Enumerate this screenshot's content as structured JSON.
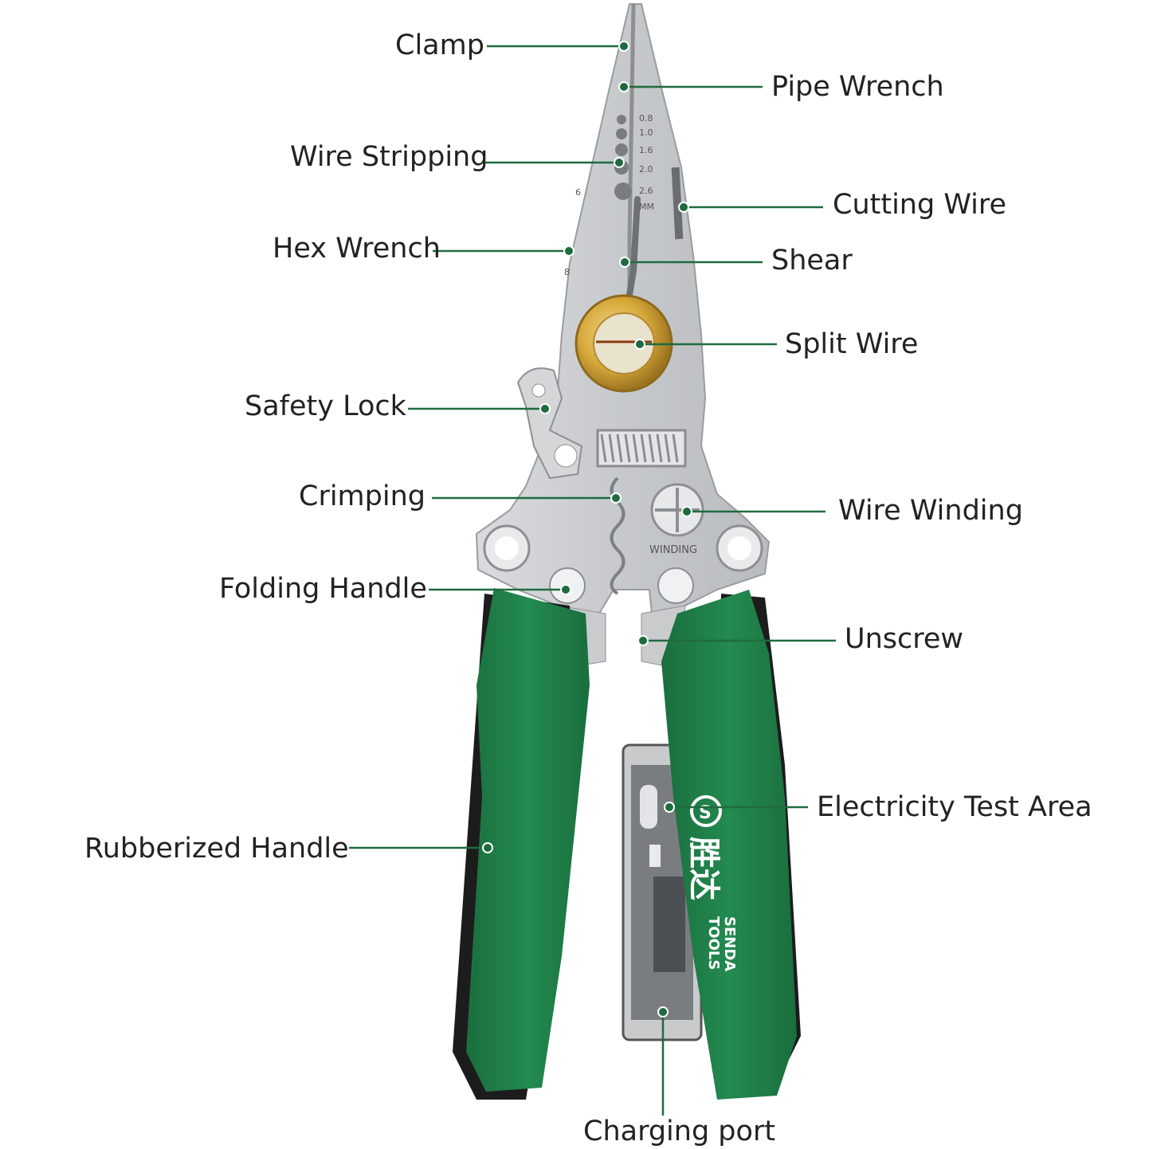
{
  "labels": {
    "clamp": "Clamp",
    "pipe_wrench": "Pipe Wrench",
    "wire_stripping": "Wire Stripping",
    "cutting_wire": "Cutting Wire",
    "hex_wrench": "Hex Wrench",
    "shear": "Shear",
    "split_wire": "Split Wire",
    "safety_lock": "Safety Lock",
    "crimping": "Crimping",
    "wire_winding": "Wire Winding",
    "folding_handle": "Folding Handle",
    "unscrew": "Unscrew",
    "electricity_test_area": "Electricity Test Area",
    "rubberized_handle": "Rubberized Handle",
    "charging_port": "Charging port"
  },
  "tool_markings": {
    "gauge_sizes": [
      "0.8",
      "1.0",
      "1.6",
      "2.0",
      "2.6",
      "MM"
    ],
    "hex_sizes": [
      "6",
      "8"
    ],
    "winding": "WINDING",
    "brand_cn": "胜达",
    "brand_en_1": "SENDA",
    "brand_en_2": "TOOLS"
  },
  "colors": {
    "leader_line": "#1f6b3f",
    "handle_green": "#1e7a45",
    "handle_dark": "#145a31",
    "handle_black": "#1c1c1c",
    "steel": "#cfd1d3",
    "steel_dark": "#a9acaf",
    "brass": "#d6a83a",
    "text": "#222222"
  }
}
